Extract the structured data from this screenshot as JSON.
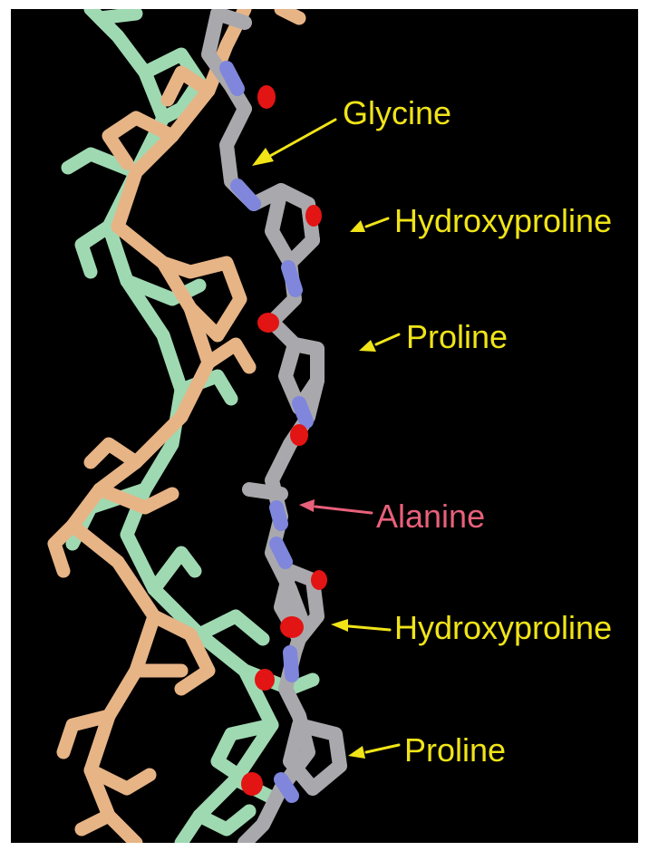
{
  "colors": {
    "background": "#000000",
    "frame": "#ffffff",
    "label_yellow": "#f0e418",
    "label_pink": "#e8607a",
    "strand_green": "#9fd9b2",
    "strand_tan": "#e7b486",
    "main_chain_gray": "#a9a9ad",
    "oxygen_red": "#e31414",
    "nitrogen_blue": "#7f86dc"
  },
  "labels": [
    {
      "id": "glycine",
      "text": "Glycine"
    },
    {
      "id": "hydroxyproline-1",
      "text": "Hydroxyproline"
    },
    {
      "id": "proline-1",
      "text": "Proline"
    },
    {
      "id": "alanine",
      "text": "Alanine"
    },
    {
      "id": "hydroxyproline-2",
      "text": "Hydroxyproline"
    },
    {
      "id": "proline-2",
      "text": "Proline"
    }
  ]
}
